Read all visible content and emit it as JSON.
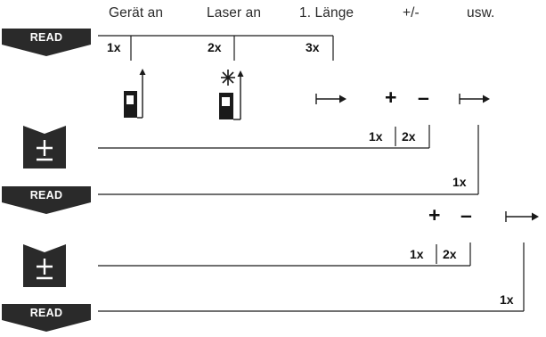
{
  "header": {
    "step1": "Gerät an",
    "step2": "Laser an",
    "step3": "1. Länge",
    "step4": "+/-",
    "step5": "usw."
  },
  "buttons": {
    "read": "READ"
  },
  "counts": {
    "c1": "1x",
    "c2": "2x",
    "c3": "3x",
    "r1_1": "1x",
    "r1_2": "2x",
    "r1_end": "1x",
    "r2_1": "1x",
    "r2_2": "2x",
    "r2_end": "1x"
  },
  "symbols": {
    "plus": "+",
    "minus": "–",
    "laser": "*"
  },
  "icons": {
    "read_button": "read-button-icon",
    "plus_minus_button": "plus-minus-button-icon",
    "device_off": "device-icon",
    "device_laser": "device-laser-icon",
    "measure_arrow": "measure-arrow-icon"
  },
  "colors": {
    "button_fill": "#2a2a2a",
    "line": "#1a1a1a"
  }
}
